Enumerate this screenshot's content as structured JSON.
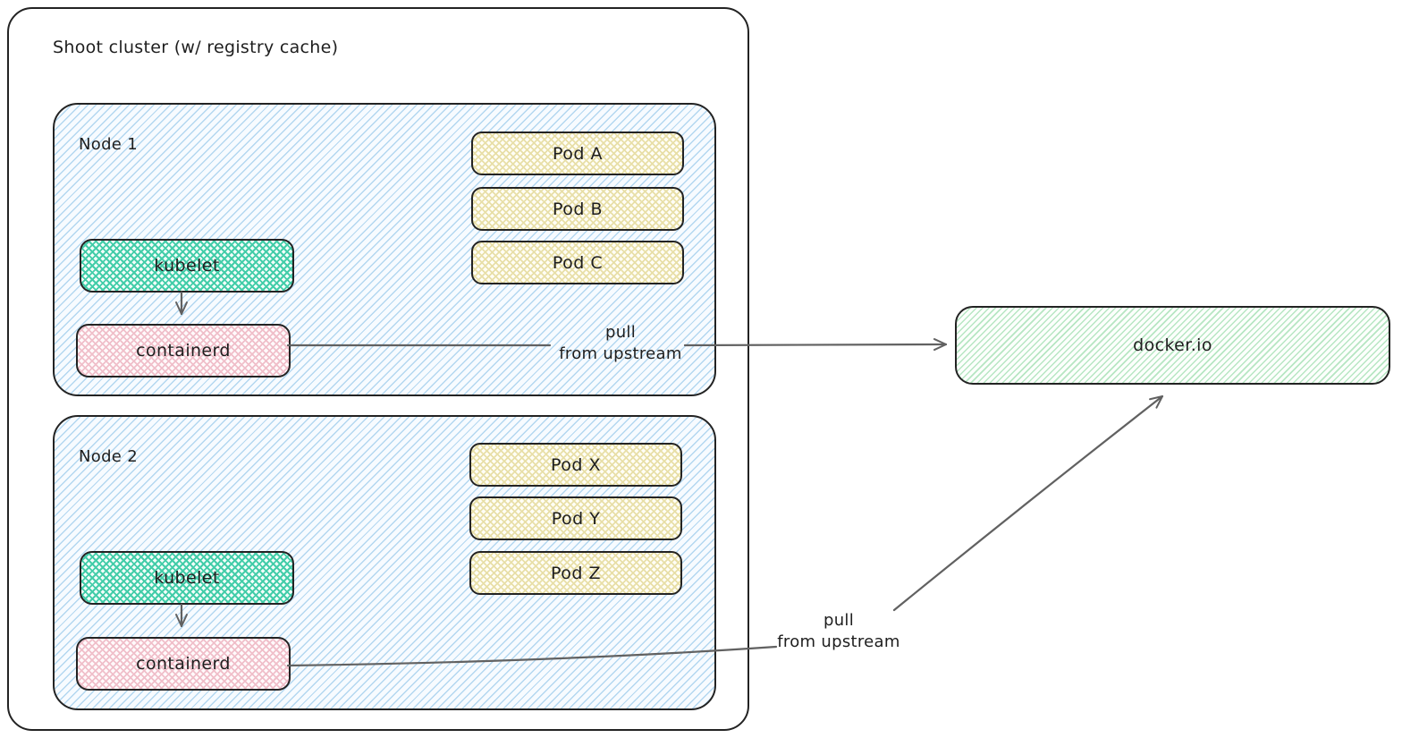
{
  "cluster": {
    "title": "Shoot cluster (w/ registry cache)"
  },
  "nodes": [
    {
      "label": "Node 1",
      "kubelet_label": "kubelet",
      "containerd_label": "containerd",
      "pods": [
        "Pod A",
        "Pod B",
        "Pod C"
      ]
    },
    {
      "label": "Node 2",
      "kubelet_label": "kubelet",
      "containerd_label": "containerd",
      "pods": [
        "Pod X",
        "Pod Y",
        "Pod Z"
      ]
    }
  ],
  "registry": {
    "label": "docker.io"
  },
  "edges": [
    {
      "from": "node1-kubelet",
      "to": "node1-containerd",
      "label": ""
    },
    {
      "from": "node2-kubelet",
      "to": "node2-containerd",
      "label": ""
    },
    {
      "from": "node1-containerd",
      "to": "registry",
      "label": "pull\nfrom upstream"
    },
    {
      "from": "node2-containerd",
      "to": "registry",
      "label": "pull\nfrom upstream"
    }
  ],
  "colors": {
    "stroke": "#232323",
    "connector": "#616161",
    "ink": "#1e1e1e",
    "node_hatch": "#b3d7f0",
    "kubelet_hatch": "#43cda9",
    "containerd_hatch": "#f0bfca",
    "pod_hatch": "#e8dfa8",
    "registry_hatch": "#b7e6c3"
  }
}
